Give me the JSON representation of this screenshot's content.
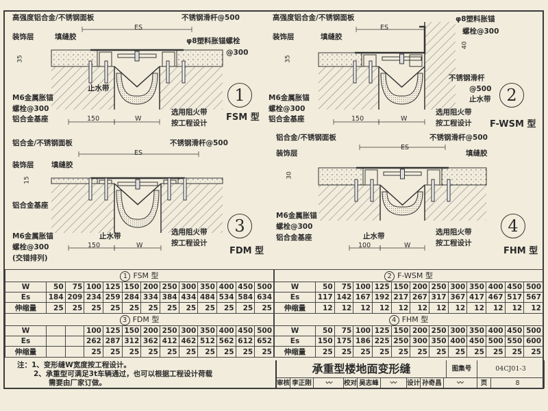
{
  "drawings": [
    {
      "number": "1",
      "type": "FSM 型",
      "labels": {
        "panel": "高强度铝合金/不锈钢面板",
        "slide": "不锈钢滑杆@500",
        "es": "ES",
        "finish": "装饰层",
        "sealant": "填缝胶",
        "anchor8": "φ8塑料胀锚螺栓",
        "anchor8_spacing": "@300",
        "h": "35",
        "m6": "M6金属胀锚",
        "m6_spacing": "螺栓@300",
        "base": "铝合金基座",
        "waterstop": "止水带",
        "fire1": "选用阻火带",
        "fire2": "按工程设计",
        "side": "150",
        "w": "W"
      }
    },
    {
      "number": "2",
      "type": "F-WSM 型",
      "labels": {
        "panel": "高强度铝合金/不锈钢面板",
        "es": "ES",
        "finish": "装饰层",
        "sealant": "填缝胶",
        "anchor8": "φ8塑料胀锚",
        "anchor8_spacing": "螺栓@300",
        "h_wall": "40",
        "h": "35",
        "slide": "不锈钢滑杆",
        "slide_spacing": "@500",
        "waterstop": "止水带",
        "m6": "M6金属胀锚",
        "m6_spacing": "螺栓@300",
        "base": "铝合金基座",
        "fire1": "选用阻火带",
        "fire2": "按工程设计",
        "side": "150",
        "w": "W"
      }
    },
    {
      "number": "3",
      "type": "FDM 型",
      "labels": {
        "panel": "铝合金/不锈钢面板",
        "slide": "不锈钢滑杆@500",
        "es": "ES",
        "finish": "装饰层",
        "sealant": "填缝胶",
        "h": "15",
        "base": "铝合金基座",
        "m6": "M6金属胀锚",
        "m6_spacing": "螺栓@300",
        "m6_note": "(交错排列)",
        "waterstop": "止水带",
        "fire1": "选用阻火带",
        "fire2": "按工程设计",
        "side": "150",
        "w": "W"
      }
    },
    {
      "number": "4",
      "type": "FHM 型",
      "labels": {
        "panel": "铝合金/不锈钢面板",
        "slide": "不锈钢滑杆@500",
        "es": "ES",
        "finish": "装饰层",
        "sealant": "填缝胶",
        "h": "30",
        "m6": "M6金属胀锚",
        "m6_spacing": "螺栓@300",
        "base": "铝合金基座",
        "waterstop": "止水带",
        "fire1": "选用阻火带",
        "fire2": "按工程设计",
        "side": "100",
        "w": "W"
      }
    }
  ],
  "tables": [
    {
      "number": "1",
      "title": "FSM 型",
      "row_labels": [
        "W",
        "Es",
        "伸缩量"
      ],
      "W": [
        "50",
        "75",
        "100",
        "125",
        "150",
        "200",
        "250",
        "300",
        "350",
        "400",
        "450",
        "500"
      ],
      "Es": [
        "184",
        "209",
        "234",
        "259",
        "284",
        "334",
        "384",
        "434",
        "484",
        "534",
        "584",
        "634"
      ],
      "stroke": [
        "25",
        "25",
        "25",
        "25",
        "25",
        "25",
        "25",
        "25",
        "25",
        "25",
        "25",
        "25"
      ]
    },
    {
      "number": "3",
      "title": "FDM 型",
      "row_labels": [
        "W",
        "Es",
        "伸缩量"
      ],
      "W": [
        "",
        "",
        "100",
        "125",
        "150",
        "200",
        "250",
        "300",
        "350",
        "400",
        "450",
        "500"
      ],
      "Es": [
        "",
        "",
        "262",
        "287",
        "312",
        "362",
        "412",
        "462",
        "512",
        "562",
        "612",
        "652"
      ],
      "stroke": [
        "",
        "",
        "25",
        "25",
        "25",
        "25",
        "25",
        "25",
        "25",
        "25",
        "25",
        "25"
      ]
    },
    {
      "number": "2",
      "title": "F-WSM 型",
      "row_labels": [
        "W",
        "Es",
        "伸缩量"
      ],
      "W": [
        "50",
        "75",
        "100",
        "125",
        "150",
        "200",
        "250",
        "300",
        "350",
        "400",
        "450",
        "500"
      ],
      "Es": [
        "117",
        "142",
        "167",
        "192",
        "217",
        "267",
        "317",
        "367",
        "417",
        "467",
        "517",
        "567"
      ],
      "stroke": [
        "12",
        "12",
        "12",
        "12",
        "12",
        "12",
        "12",
        "12",
        "12",
        "12",
        "12",
        "12"
      ]
    },
    {
      "number": "4",
      "title": "FHM 型",
      "row_labels": [
        "W",
        "Es",
        "伸缩量"
      ],
      "W": [
        "50",
        "75",
        "100",
        "125",
        "150",
        "200",
        "250",
        "300",
        "350",
        "400",
        "450",
        "500"
      ],
      "Es": [
        "150",
        "175",
        "186",
        "225",
        "250",
        "300",
        "350",
        "400",
        "450",
        "500",
        "550",
        "600"
      ],
      "stroke": [
        "25",
        "25",
        "25",
        "25",
        "25",
        "25",
        "25",
        "25",
        "25",
        "25",
        "25",
        "25"
      ]
    }
  ],
  "notes": {
    "line1": "注：1、变形缝W宽度按工程设计。",
    "line2": "2、承重型可满足3t车辆通过，也可以根据工程设计荷载",
    "line3": "需要由厂家订做。"
  },
  "title_block": {
    "title": "承重型楼地面变形缝",
    "atlas_label": "图集号",
    "atlas_no": "04CJ01-3",
    "review_label": "审核",
    "reviewer": "李正刚",
    "check_label": "校对",
    "checker": "吴志峰",
    "design_label": "设计",
    "designer": "孙奇昌",
    "page_label": "页",
    "page_no": "8"
  }
}
